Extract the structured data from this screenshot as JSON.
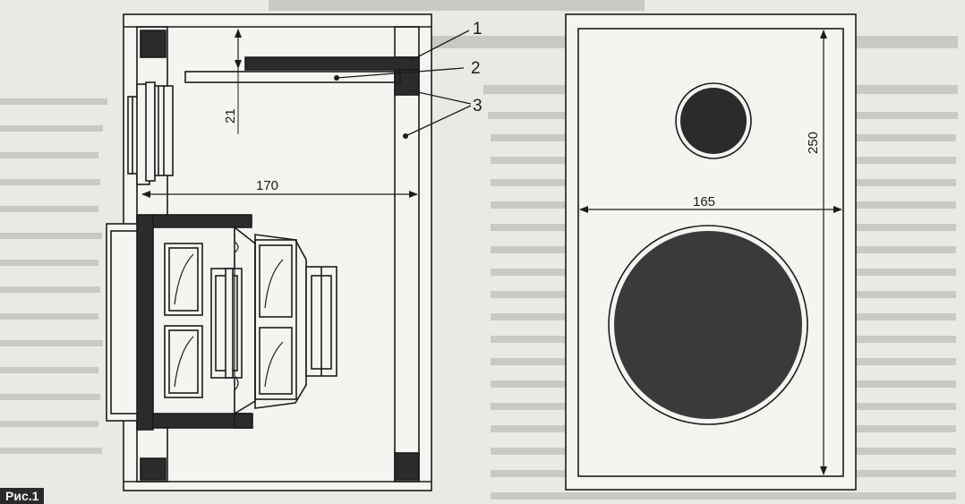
{
  "figure": {
    "label": "Рис.1",
    "dimensions": {
      "top_gap": "21",
      "inner_width": "170",
      "front_width": "165",
      "front_height": "250"
    },
    "callouts": [
      "1",
      "2",
      "3"
    ]
  },
  "colors": {
    "background": "#e9e9e6",
    "ink": "#1c1c1c",
    "fill_dark": "#2b2b2b",
    "driver_dark": "#3a3a3a"
  }
}
